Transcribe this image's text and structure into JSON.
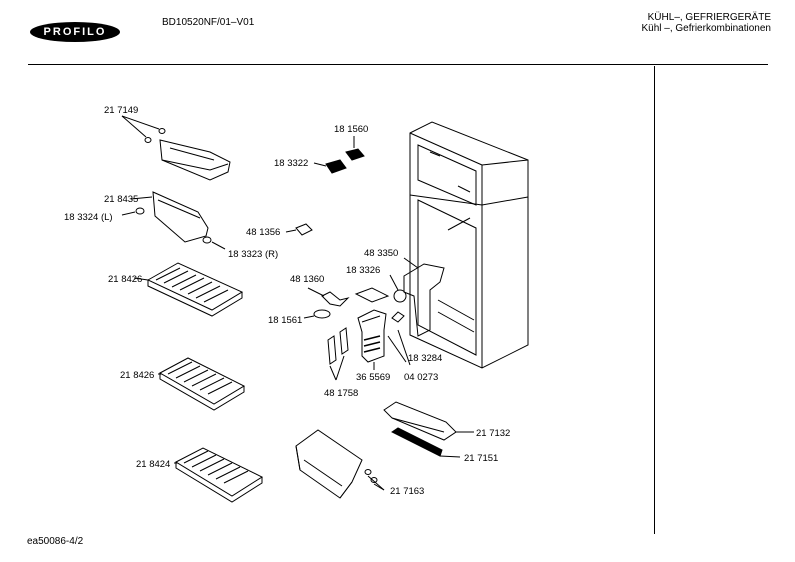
{
  "header": {
    "logo": "PROFILO",
    "model": "BD10520NF/01–V01",
    "category_line1": "KÜHL–, GEFRIERGERÄTE",
    "category_line2": "Kühl –, Gefrierkombinationen"
  },
  "footer": {
    "code": "ea50086-4/2"
  },
  "parts": {
    "p217149": "21 7149",
    "p218435": "21 8435",
    "p183324": "18 3324 (L)",
    "p183323": "18 3323 (R)",
    "p218426a": "21 8426",
    "p218426b": "21 8426",
    "p218424": "21 8424",
    "p181560": "18 1560",
    "p183322": "18 3322",
    "p481356": "48 1356",
    "p483350": "48 3350",
    "p183326": "18 3326",
    "p481360": "48 1360",
    "p181561": "18 1561",
    "p183284": "18 3284",
    "p365569": "36 5569",
    "p040273": "04 0273",
    "p481758": "48 1758",
    "p217132": "21 7132",
    "p217151": "21 7151",
    "p217163": "21 7163"
  }
}
